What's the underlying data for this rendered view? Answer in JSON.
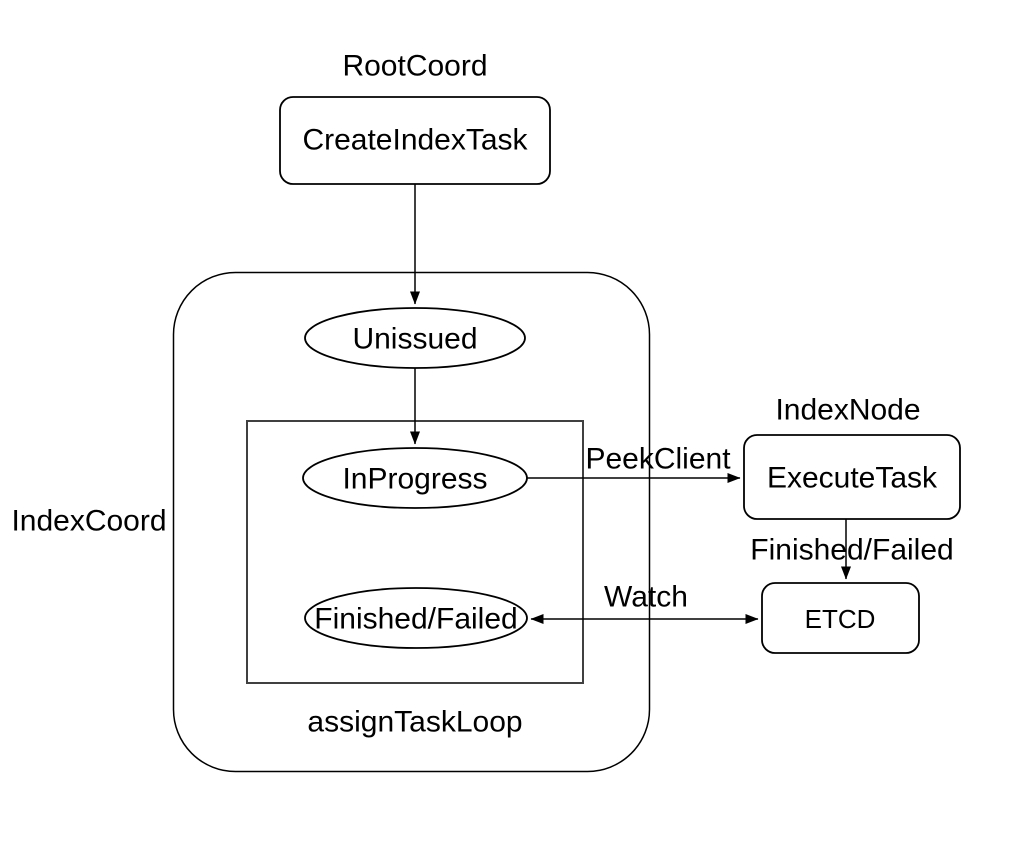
{
  "diagram": {
    "group_labels": {
      "root_coord": "RootCoord",
      "index_coord": "IndexCoord",
      "index_node": "IndexNode",
      "assign_task_loop": "assignTaskLoop"
    },
    "nodes": {
      "create_index_task": "CreateIndexTask",
      "unissued": "Unissued",
      "in_progress": "InProgress",
      "finished_failed": "Finished/Failed",
      "execute_task": "ExecuteTask",
      "etcd": "ETCD"
    },
    "edges": {
      "peek_client": "PeekClient",
      "finished_failed": "Finished/Failed",
      "watch": "Watch"
    },
    "colors": {
      "background": "#ffffff",
      "stroke": "#000000",
      "inner_rect_stroke": "#404040",
      "text": "#000000"
    }
  }
}
